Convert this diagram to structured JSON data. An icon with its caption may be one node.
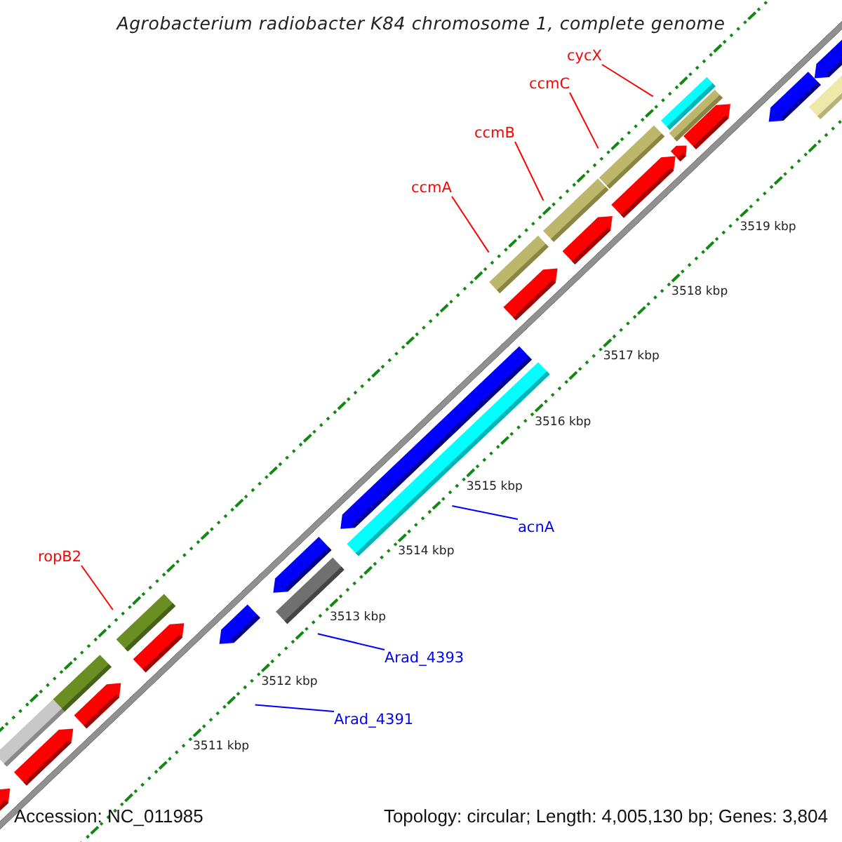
{
  "diagram": {
    "title": "Agrobacterium radiobacter K84 chromosome 1, complete genome",
    "nodes": [
      {
        "text": [
          "ropB2"
        ]
      },
      {
        "text": [
          "ccmA"
        ]
      },
      {
        "text": [
          "ccmB"
        ]
      },
      {
        "text": [
          "ccmC"
        ]
      },
      {
        "text": [
          "cycX"
        ]
      },
      {
        "text": [
          "acnA"
        ]
      },
      {
        "text": [
          "Arad_4393"
        ]
      },
      {
        "text": [
          "Arad_4391"
        ]
      }
    ],
    "edges": [
      {
        "from": 0,
        "to": null,
        "arrow": "none"
      },
      {
        "from": 1,
        "to": null,
        "arrow": "none"
      },
      {
        "from": 2,
        "to": null,
        "arrow": "none"
      },
      {
        "from": 3,
        "to": null,
        "arrow": "none"
      },
      {
        "from": 4,
        "to": null,
        "arrow": "none"
      },
      {
        "from": 5,
        "to": null,
        "arrow": "none",
        "color": "#0000ff"
      },
      {
        "from": 6,
        "to": null,
        "arrow": "none",
        "color": "#0000ff"
      },
      {
        "from": 7,
        "to": null,
        "arrow": "none",
        "color": "#0000ff"
      }
    ],
    "labels": [
      "3519 kbp",
      "3518 kbp",
      "3517 kbp",
      "3516 kbp",
      "3515 kbp",
      "3514 kbp",
      "3513 kbp",
      "3512 kbp",
      "3511 kbp",
      "Accession: NC_011985",
      "Topology: circular; Length: 4,005,130 bp; Genes: 3,804"
    ]
  }
}
